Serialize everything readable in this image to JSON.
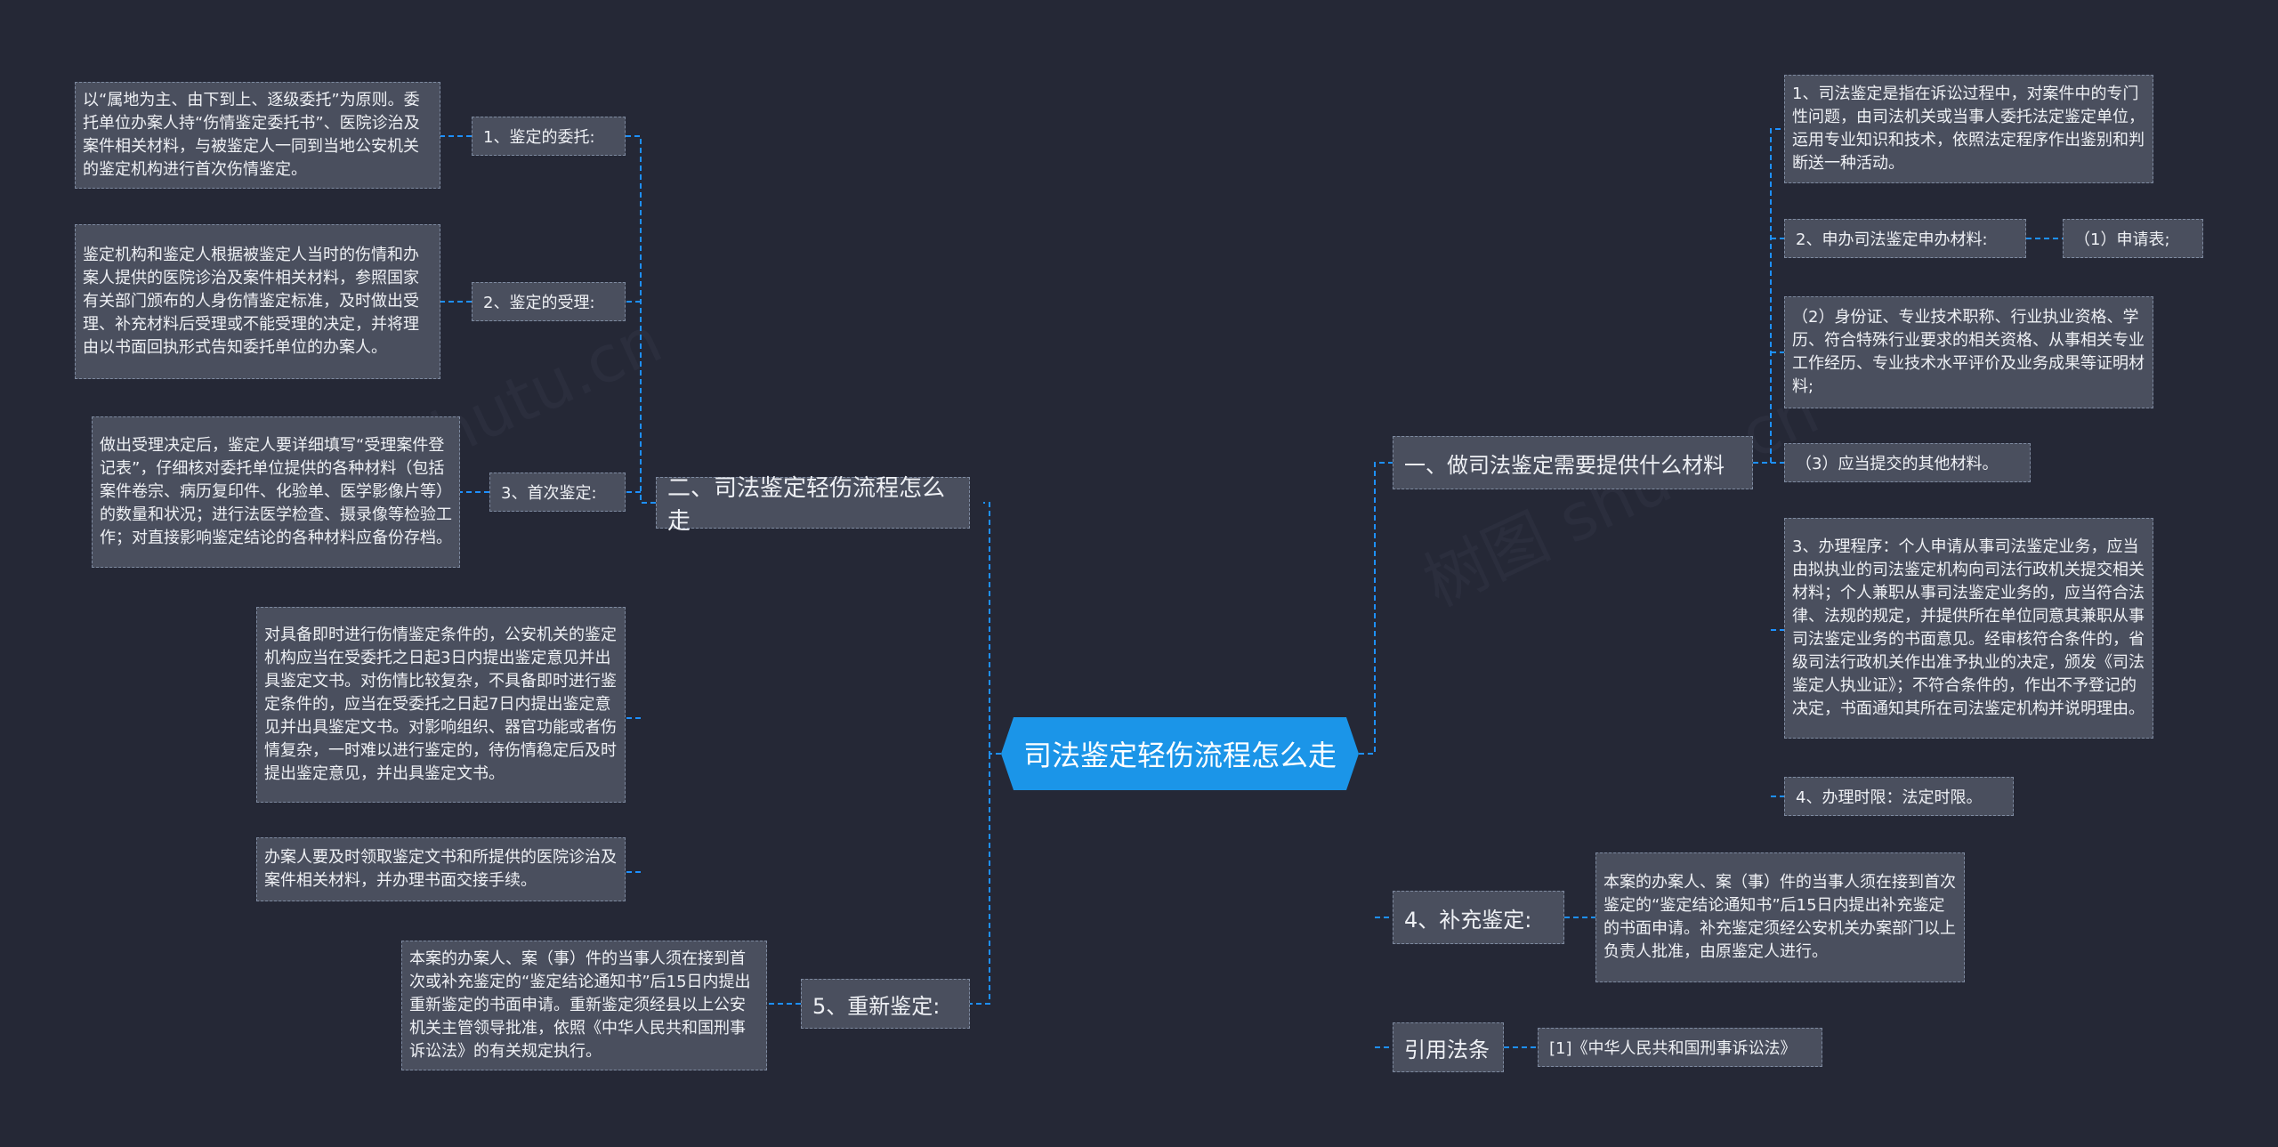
{
  "root": {
    "title": "司法鉴定轻伤流程怎么走"
  },
  "left": {
    "branch_process": {
      "label": "二、司法鉴定轻伤流程怎么走",
      "entrust": {
        "label": "1、鉴定的委托:",
        "text": "以“属地为主、由下到上、逐级委托”为原则。委托单位办案人持“伤情鉴定委托书”、医院诊治及案件相关材料，与被鉴定人一同到当地公安机关的鉴定机构进行首次伤情鉴定。"
      },
      "accept": {
        "label": "2、鉴定的受理:",
        "text": "鉴定机构和鉴定人根据被鉴定人当时的伤情和办案人提供的医院诊治及案件相关材料，参照国家有关部门颁布的人身伤情鉴定标准，及时做出受理、补充材料后受理或不能受理的决定，并将理由以书面回执形式告知委托单位的办案人。"
      },
      "first": {
        "label": "3、首次鉴定:",
        "text": "做出受理决定后，鉴定人要详细填写“受理案件登记表”，仔细核对委托单位提供的各种材料（包括案件卷宗、病历复印件、化验单、医学影像片等）的数量和状况；进行法医学检查、摄录像等检验工作；对直接影响鉴定结论的各种材料应备份存档。"
      },
      "deadline_text": "对具备即时进行伤情鉴定条件的，公安机关的鉴定机构应当在受委托之日起3日内提出鉴定意见并出具鉴定文书。对伤情比较复杂，不具备即时进行鉴定条件的，应当在受委托之日起7日内提出鉴定意见并出具鉴定文书。对影响组织、器官功能或者伤情复杂，一时难以进行鉴定的，待伤情稳定后及时提出鉴定意见，并出具鉴定文书。",
      "collect_text": "办案人要及时领取鉴定文书和所提供的医院诊治及案件相关材料，并办理书面交接手续。"
    },
    "branch_reappraisal": {
      "label": "5、重新鉴定:",
      "text": "本案的办案人、案（事）件的当事人须在接到首次或补充鉴定的“鉴定结论通知书”后15日内提出重新鉴定的书面申请。重新鉴定须经县以上公安机关主管领导批准，依照《中华人民共和国刑事诉讼法》的有关规定执行。"
    }
  },
  "right": {
    "branch_materials": {
      "label": "一、做司法鉴定需要提供什么材料",
      "definition": "1、司法鉴定是指在诉讼过程中，对案件中的专门性问题，由司法机关或当事人委托法定鉴定单位，运用专业知识和技术，依照法定程序作出鉴别和判断送一种活动。",
      "apply_label": "2、申办司法鉴定申办材料:",
      "apply_item1": "（1）申请表;",
      "apply_item2": "（2）身份证、专业技术职称、行业执业资格、学历、符合特殊行业要求的相关资格、从事相关专业工作经历、专业技术水平评价及业务成果等证明材料;",
      "apply_item3": "（3）应当提交的其他材料。",
      "procedure": "3、办理程序：个人申请从事司法鉴定业务，应当由拟执业的司法鉴定机构向司法行政机关提交相关材料；个人兼职从事司法鉴定业务的，应当符合法律、法规的规定，并提供所在单位同意其兼职从事司法鉴定业务的书面意见。经审核符合条件的，省级司法行政机关作出准予执业的决定，颁发《司法鉴定人执业证》；不符合条件的，作出不予登记的决定，书面通知其所在司法鉴定机构并说明理由。",
      "time_limit": "4、办理时限：法定时限。"
    },
    "branch_supplement": {
      "label": "4、补充鉴定:",
      "text": "本案的办案人、案（事）件的当事人须在接到首次鉴定的“鉴定结论通知书”后15日内提出补充鉴定的书面申请。补充鉴定须经公安机关办案部门以上负责人批准，由原鉴定人进行。"
    },
    "branch_law": {
      "label": "引用法条",
      "ref": "[1]《中华人民共和国刑事诉讼法》"
    }
  },
  "watermarks": [
    "树图 shutu.cn",
    "树图 shutu.cn"
  ],
  "colors": {
    "background": "#252836",
    "node_fill": "#4a4f5e",
    "root_fill": "#1b95e8",
    "link": "#1e90ff"
  }
}
